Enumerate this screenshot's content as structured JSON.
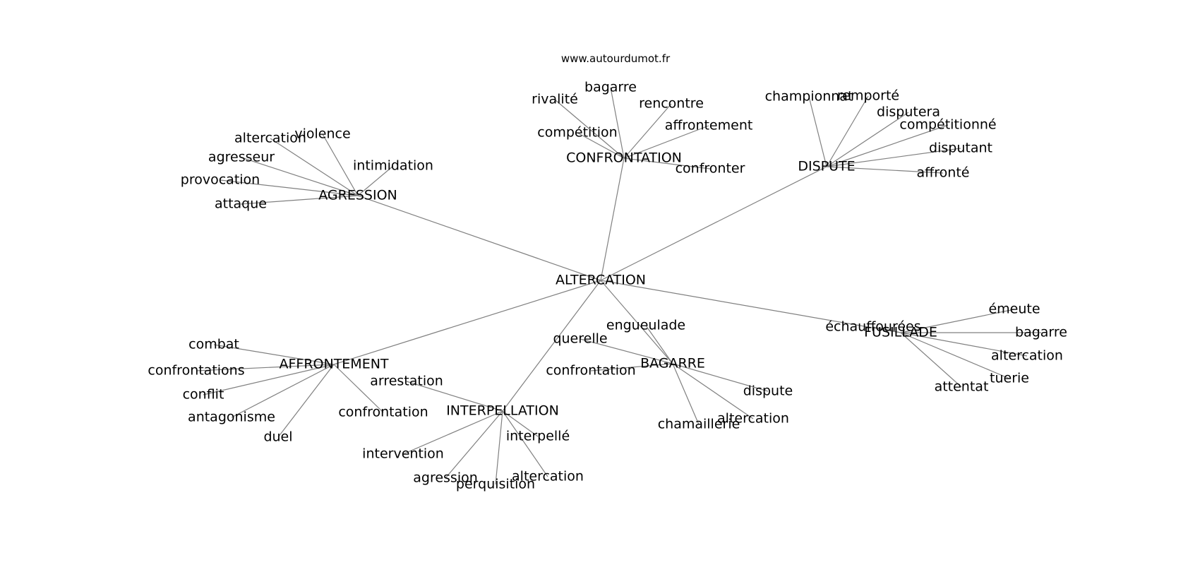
{
  "source": "www.autourdumot.fr",
  "root": "ALTERCATION",
  "branches": [
    {
      "id": "agression",
      "label": "AGRESSION",
      "children": [
        "violence",
        "altercation",
        "agresseur",
        "intimidation",
        "provocation",
        "attaque"
      ]
    },
    {
      "id": "confrontation",
      "label": "CONFRONTATION",
      "children": [
        "bagarre",
        "rivalité",
        "rencontre",
        "affrontement",
        "compétition",
        "confronter"
      ]
    },
    {
      "id": "dispute",
      "label": "DISPUTE",
      "children": [
        "championnat",
        "remporté",
        "disputera",
        "compétitionné",
        "disputant",
        "affronté"
      ]
    },
    {
      "id": "fusillade",
      "label": "FUSILLADE",
      "children": [
        "émeute",
        "échauffourées",
        "bagarre",
        "altercation",
        "tuerie",
        "attentat"
      ]
    },
    {
      "id": "bagarre",
      "label": "BAGARRE",
      "children": [
        "engueulade",
        "querelle",
        "confrontation",
        "dispute",
        "altercation",
        "chamaillerie"
      ]
    },
    {
      "id": "interpellation",
      "label": "INTERPELLATION",
      "children": [
        "arrestation",
        "interpellé",
        "intervention",
        "altercation",
        "agression",
        "perquisition"
      ]
    },
    {
      "id": "affrontement",
      "label": "AFFRONTEMENT",
      "children": [
        "combat",
        "confrontations",
        "conflit",
        "confrontation",
        "antagonisme",
        "duel"
      ]
    }
  ]
}
